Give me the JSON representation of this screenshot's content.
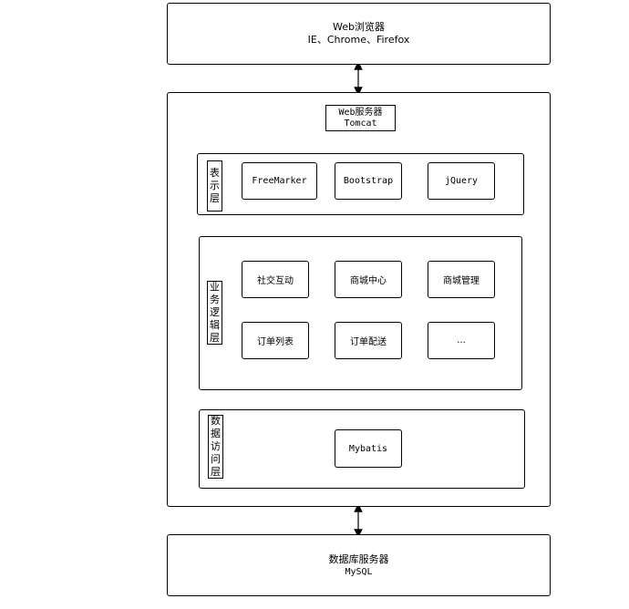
{
  "browser": {
    "title": "Web浏览器",
    "subtitle": "IE、Chrome、Firefox"
  },
  "web_server": {
    "title": "Web服务器",
    "subtitle": "Tomcat"
  },
  "presentation_layer": {
    "label": "表示层",
    "modules": [
      "FreeMarker",
      "Bootstrap",
      "jQuery"
    ]
  },
  "business_layer": {
    "label": "业务逻辑层",
    "modules": [
      "社交互动",
      "商城中心",
      "商城管理",
      "订单列表",
      "订单配送",
      "..."
    ]
  },
  "data_access_layer": {
    "label": "数据访问层",
    "modules": [
      "Mybatis"
    ]
  },
  "database_server": {
    "title": "数据库服务器",
    "subtitle": "MySQL"
  }
}
